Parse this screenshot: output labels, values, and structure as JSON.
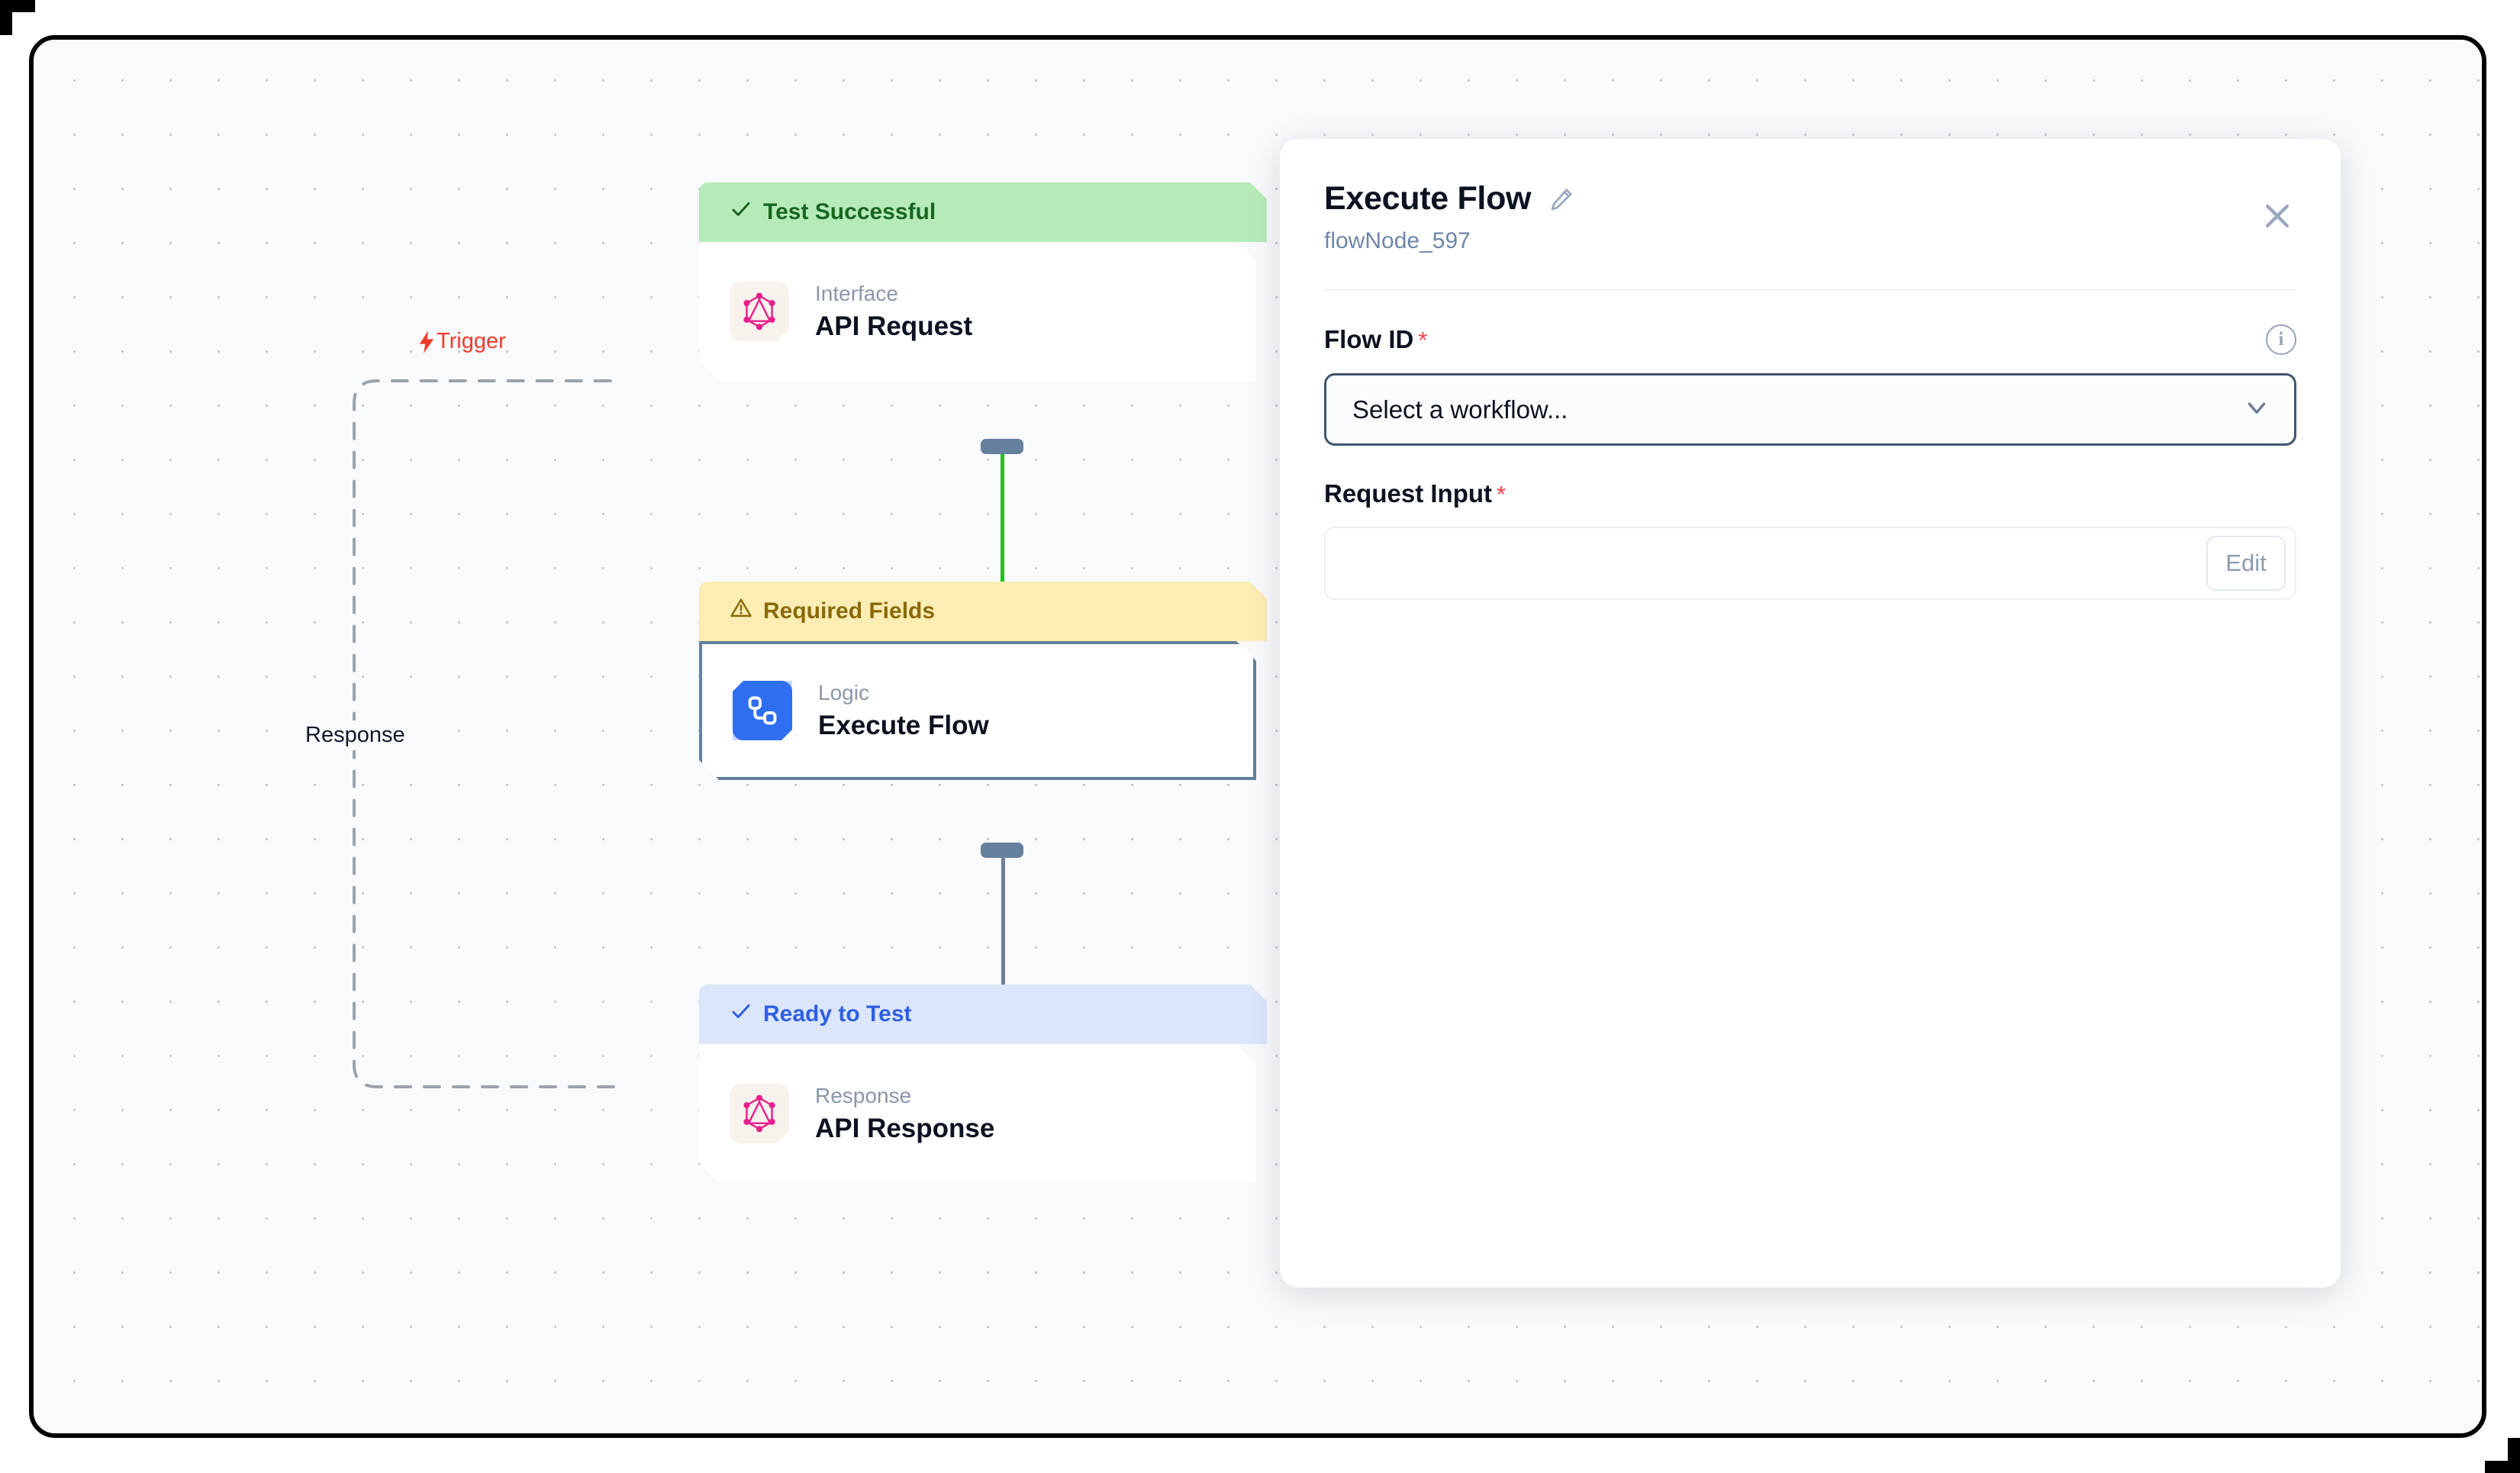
{
  "canvas": {
    "edges": [
      {
        "label": "Trigger",
        "icon": "lightning-bolt-icon"
      },
      {
        "label": "Response",
        "icon": ""
      }
    ]
  },
  "nodes": [
    {
      "status": "Test Successful",
      "status_icon": "check-icon",
      "status_tone": "green",
      "category": "Interface",
      "title": "API Request",
      "icon": "graphql-icon"
    },
    {
      "status": "Required Fields",
      "status_icon": "warning-triangle-icon",
      "status_tone": "yellow",
      "category": "Logic",
      "title": "Execute Flow",
      "icon": "logic-flow-icon"
    },
    {
      "status": "Ready to Test",
      "status_icon": "check-icon",
      "status_tone": "blue",
      "category": "Response",
      "title": "API Response",
      "icon": "graphql-icon"
    }
  ],
  "panel": {
    "title": "Execute Flow",
    "edit_icon": "pencil-icon",
    "subtitle": "flowNode_597",
    "close_icon": "close-icon",
    "fields": [
      {
        "label": "Flow ID",
        "required_marker": "*",
        "info_icon": "info-icon",
        "info_glyph": "i",
        "control": "select",
        "value": "Select a workflow...",
        "chevron_icon": "chevron-down-icon"
      },
      {
        "label": "Request Input",
        "required_marker": "*",
        "control": "text",
        "value": "",
        "button_label": "Edit"
      }
    ]
  },
  "colors": {
    "trigger": "#ef3b2d",
    "success": "#17661f",
    "warning": "#8a6a08",
    "ready": "#2f5fe0",
    "accent": "#2f6ef0",
    "edge_active": "#1ec21e",
    "edge_idle": "#6f8296",
    "required": "#ef4444"
  }
}
